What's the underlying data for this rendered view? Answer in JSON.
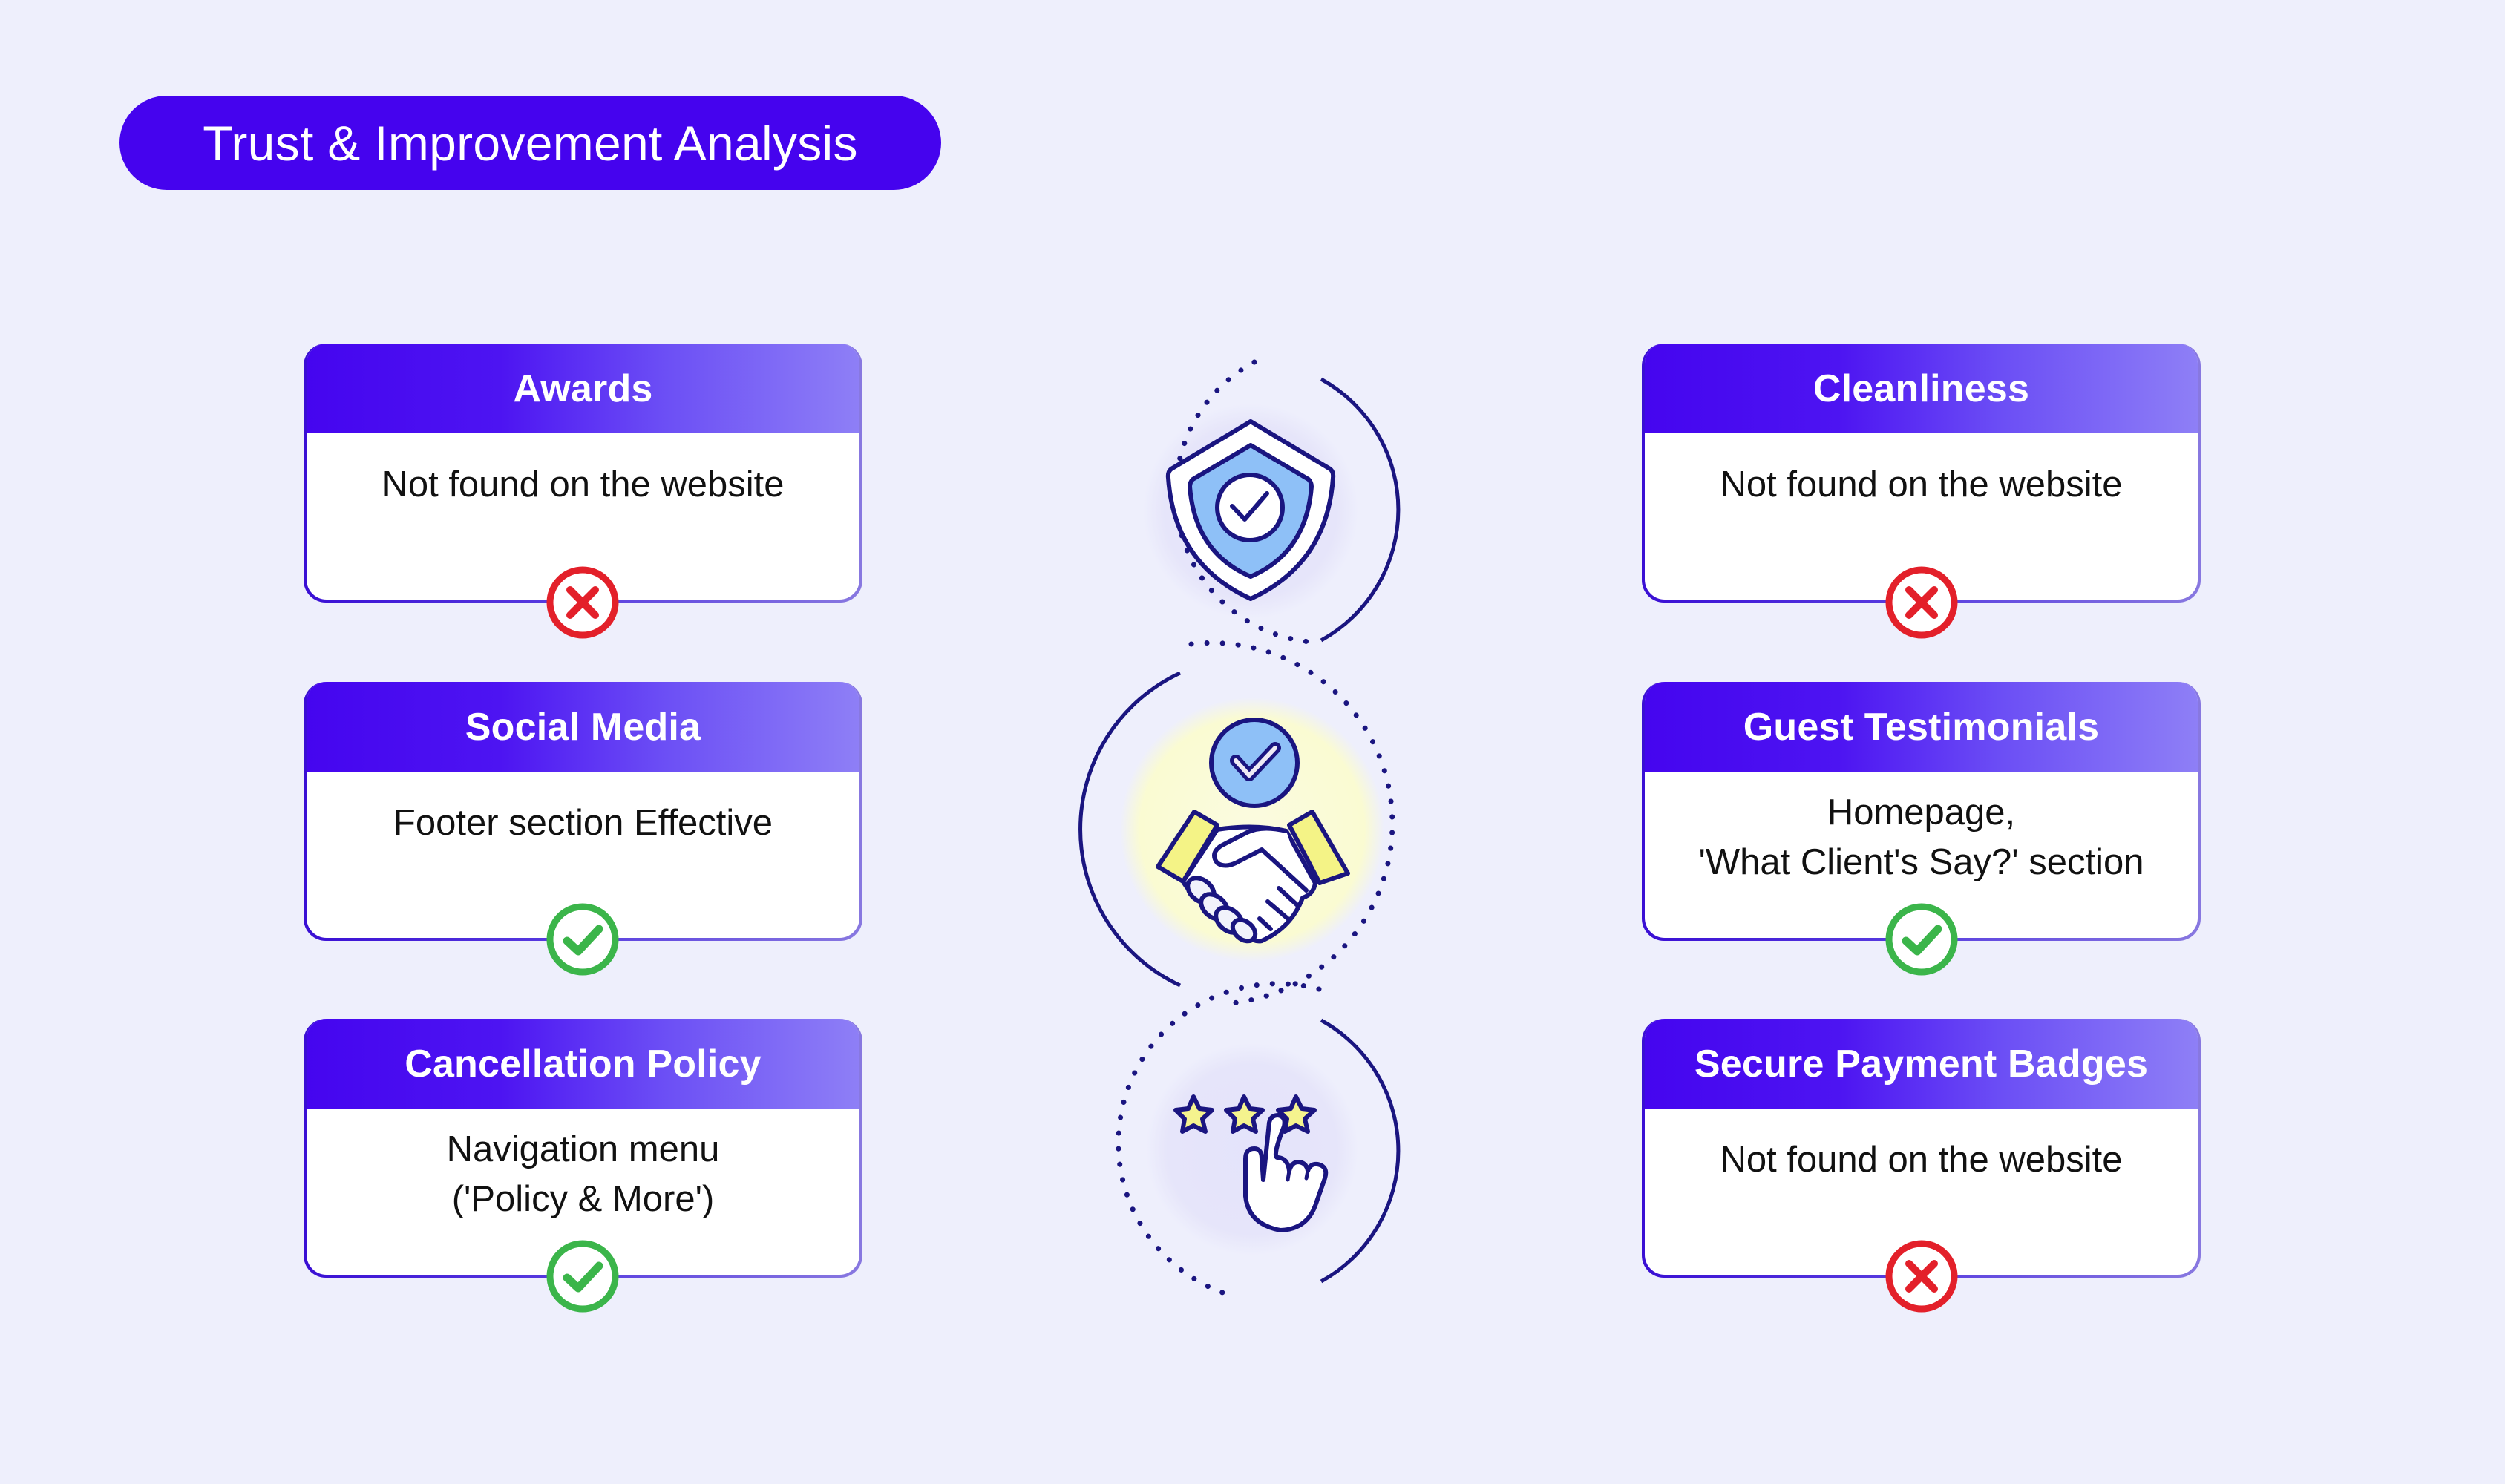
{
  "title": "Trust & Improvement Analysis",
  "colors": {
    "accent": "#4503ee",
    "success": "#3bb54a",
    "failure": "#e3202a",
    "background": "#eeeffc",
    "navy_stroke": "#1a1580"
  },
  "cards": [
    {
      "id": "awards",
      "title": "Awards",
      "lines": [
        "Not found on the website"
      ],
      "status": "not-found",
      "status_icon": "x-circle-icon"
    },
    {
      "id": "social-media",
      "title": "Social Media",
      "lines": [
        "Footer section Effective"
      ],
      "status": "found",
      "status_icon": "check-circle-icon"
    },
    {
      "id": "cancellation-policy",
      "title": "Cancellation Policy",
      "lines": [
        "Navigation menu",
        "('Policy & More')"
      ],
      "status": "found",
      "status_icon": "check-circle-icon"
    },
    {
      "id": "cleanliness",
      "title": "Cleanliness",
      "lines": [
        "Not found on the website"
      ],
      "status": "not-found",
      "status_icon": "x-circle-icon"
    },
    {
      "id": "guest-testimonials",
      "title": "Guest Testimonials",
      "lines": [
        "Homepage,",
        "'What Client's Say?' section"
      ],
      "status": "found",
      "status_icon": "check-circle-icon"
    },
    {
      "id": "secure-payment-badges",
      "title": "Secure Payment Badges",
      "lines": [
        "Not found on the website"
      ],
      "status": "not-found",
      "status_icon": "x-circle-icon"
    }
  ],
  "center_icons": [
    "shield-check-icon",
    "handshake-check-icon",
    "star-rating-hand-icon"
  ]
}
